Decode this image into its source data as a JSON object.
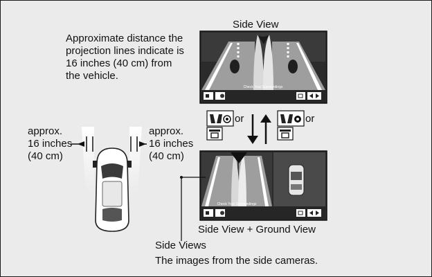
{
  "labels": {
    "side_view_title": "Side View",
    "distance_note": [
      "Approximate distance the",
      "projection lines indicate is",
      "16 inches (40 cm) from",
      "the vehicle."
    ],
    "approx_left": [
      "approx.",
      "16 inches",
      "(40 cm)"
    ],
    "approx_right": [
      "approx.",
      "16 inches",
      "(40 cm)"
    ],
    "or_1": "or",
    "or_2": "or",
    "combined_title": "Side View + Ground View",
    "side_views_title": "Side Views",
    "side_views_desc": "The images from the side cameras."
  },
  "screens": {
    "top_banner": "Check Your Surroundings",
    "bottom_banner": "Check Your Surroundings"
  },
  "colors": {
    "background": "#ebebeb",
    "screen_dark": "#2a2a2a",
    "road": "#bdbdbd",
    "line": "#111111"
  }
}
